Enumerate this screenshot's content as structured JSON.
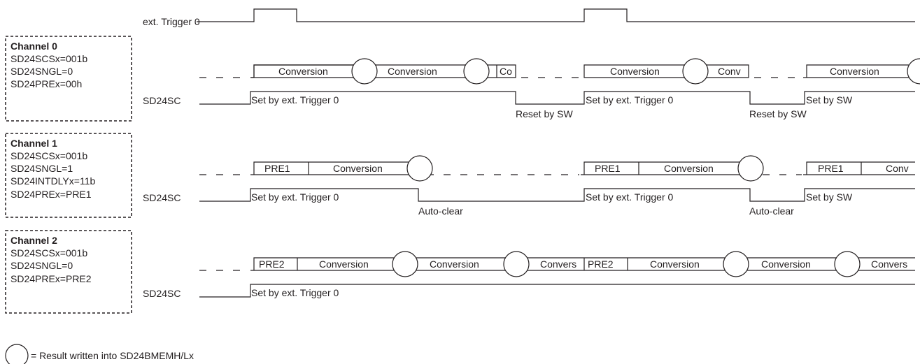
{
  "trigger": {
    "label": "ext. Trigger 0"
  },
  "channels": [
    {
      "lines": [
        "Channel 0",
        "SD24SCSx=001b",
        "SD24SNGL=0",
        "SD24PREx=00h"
      ],
      "sc_label": "SD24SC",
      "cells": [
        "Conversion",
        "Conversion",
        "Co",
        "Conversion",
        "Conv",
        "Conversion"
      ],
      "annotations": [
        "Set by ext. Trigger 0",
        "Reset by SW",
        "Set by ext. Trigger 0",
        "Reset by SW",
        "Set by SW"
      ]
    },
    {
      "lines": [
        "Channel 1",
        "SD24SCSx=001b",
        "SD24SNGL=1",
        "SD24INTDLYx=11b",
        "SD24PREx=PRE1"
      ],
      "sc_label": "SD24SC",
      "cells": [
        "PRE1",
        "Conversion",
        "PRE1",
        "Conversion",
        "PRE1",
        "Conv"
      ],
      "annotations": [
        "Set by ext. Trigger 0",
        "Auto-clear",
        "Set by ext. Trigger 0",
        "Auto-clear",
        "Set by SW"
      ]
    },
    {
      "lines": [
        "Channel 2",
        "SD24SCSx=001b",
        "SD24SNGL=0",
        "SD24PREx=PRE2"
      ],
      "sc_label": "SD24SC",
      "cells": [
        "PRE2",
        "Conversion",
        "Conversion",
        "Convers",
        "PRE2",
        "Conversion",
        "Conversion",
        "Convers"
      ],
      "annotations": [
        "Set by ext. Trigger 0"
      ]
    }
  ],
  "legend": {
    "text": "= Result written into SD24BMEMH/Lx"
  }
}
